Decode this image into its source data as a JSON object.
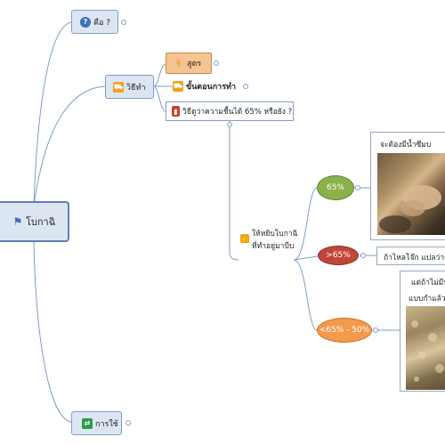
{
  "colors": {
    "link": "#7f9dc7",
    "node_fill": "#dce6f2",
    "node_border": "#7f9dc7",
    "recipe_fill": "#f6c490",
    "pill_green": "#8cb04a",
    "pill_red": "#c0463a",
    "pill_orange": "#f39a4c"
  },
  "root": {
    "label": "โบกาฉิ",
    "icon": "flag-icon"
  },
  "branches": {
    "what_is": {
      "label": "คือ ?",
      "icon": "help-icon"
    },
    "method": {
      "label": "วิธีทำ",
      "icon": "cart-icon"
    },
    "usage": {
      "label": "การใช้",
      "icon": "exchange-icon"
    }
  },
  "method_children": {
    "recipe": {
      "label": "สูตร",
      "icon": "bag-icon"
    },
    "steps": {
      "label": "ขั้นตอนการทำ",
      "icon": "cart-icon"
    },
    "moisture_check": {
      "label": "วิธีดูว่าความชื้นได้ 65% หรือยัง ?",
      "icon": "thermometer-icon"
    }
  },
  "squeeze": {
    "line1": "ให้หยิบโบกาฉิ",
    "line2": "ที่ทำอยู่มาบีบ",
    "icon": "thumbs-up-icon"
  },
  "outcomes": [
    {
      "label": "65%",
      "color": "#8cb04a",
      "text_color": "#ffffff",
      "note": "จะต้องมีน้ำซึมบ"
    },
    {
      "label": ">65%",
      "color": "#c0463a",
      "text_color": "#ffffff",
      "note": "ถ้าไหลโจ๊ก แปลว่าความ"
    },
    {
      "label": "<65% - 50%",
      "color": "#f39a4c",
      "text_color": "#ffffff",
      "note_line1": "แต่ถ้าไม่มีน้ำ",
      "note_line2": "แบบกำแล้ว"
    }
  ]
}
